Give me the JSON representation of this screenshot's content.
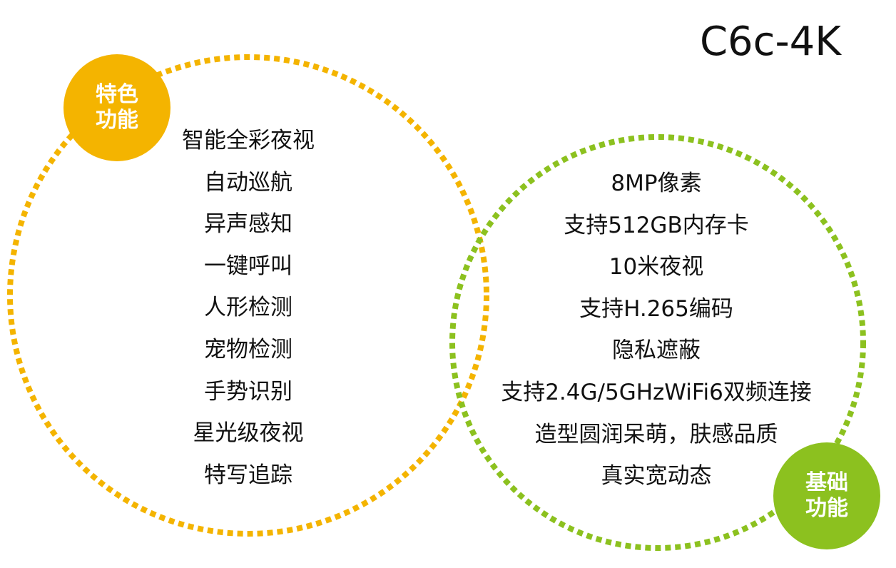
{
  "product": {
    "title": "C6c-4K"
  },
  "colors": {
    "special": "#F4B400",
    "basic": "#8CC11F",
    "text": "#111111",
    "badge_text": "#FFFFFF"
  },
  "special_features": {
    "badge_lines": [
      "特色",
      "功能"
    ],
    "items": [
      "智能全彩夜视",
      "自动巡航",
      "异声感知",
      "一键呼叫",
      "人形检测",
      "宠物检测",
      "手势识别",
      "星光级夜视",
      "特写追踪"
    ]
  },
  "basic_features": {
    "badge_lines": [
      "基础",
      "功能"
    ],
    "items": [
      "8MP像素",
      "支持512GB内存卡",
      "10米夜视",
      "支持H.265编码",
      "隐私遮蔽",
      "支持2.4G/5GHzWiFi6双频连接",
      "造型圆润呆萌，肤感品质",
      "真实宽动态"
    ]
  }
}
